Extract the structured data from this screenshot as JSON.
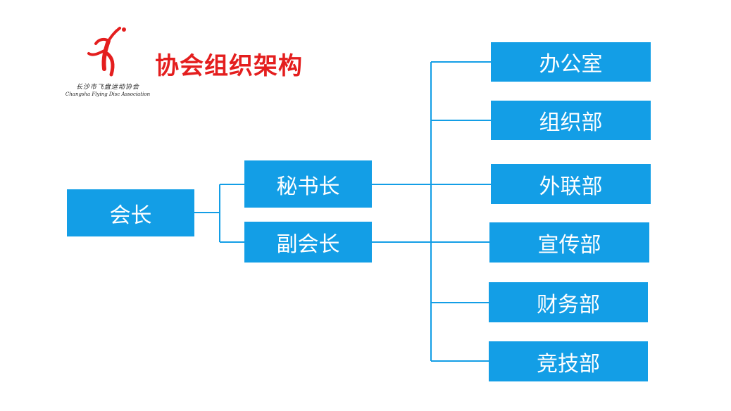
{
  "header": {
    "title": "协会组织架构",
    "logo": {
      "name_cn": "长沙市飞盘运动协会",
      "name_en": "Changsha Flying Disc Association",
      "icon": "flying-disc-athlete-logo"
    }
  },
  "colors": {
    "node_fill": "#139ee6",
    "node_text": "#ffffff",
    "connector": "#139ee6",
    "title": "#e41e1e",
    "logo": "#e41e1e"
  },
  "org": {
    "root": "会长",
    "level2": [
      "秘书长",
      "副会长"
    ],
    "departments": [
      "办公室",
      "组织部",
      "外联部",
      "宣传部",
      "财务部",
      "竞技部"
    ]
  }
}
